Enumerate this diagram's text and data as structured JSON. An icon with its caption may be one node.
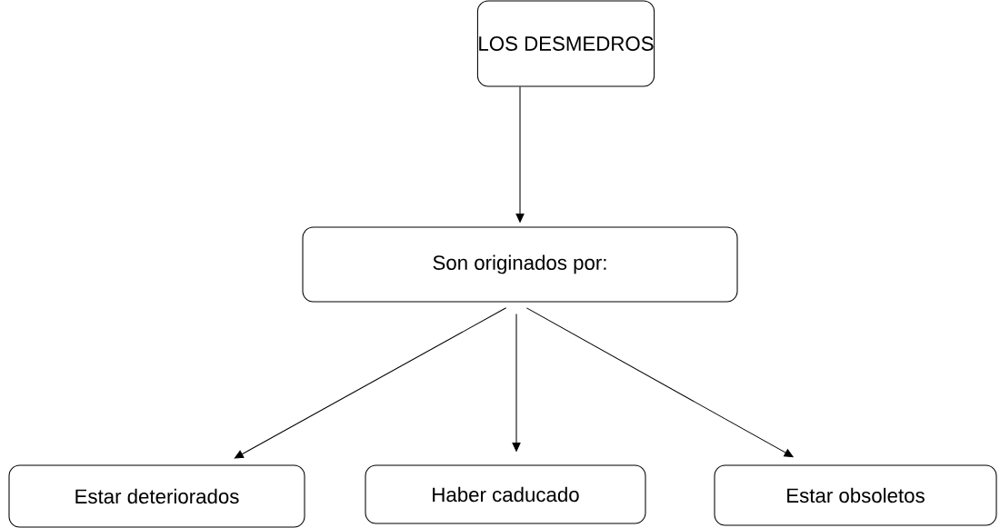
{
  "diagram": {
    "nodes": [
      {
        "text": [
          "LOS DESMEDROS"
        ]
      },
      {
        "text": [
          "Son originados por:"
        ]
      },
      {
        "text": [
          "Estar deteriorados"
        ]
      },
      {
        "text": [
          "Haber caducado"
        ]
      },
      {
        "text": [
          "Estar obsoletos"
        ]
      }
    ],
    "edges": [
      {
        "from": 0,
        "to": 1,
        "arrow": "to"
      },
      {
        "from": 1,
        "to": 2,
        "arrow": "to"
      },
      {
        "from": 1,
        "to": 3,
        "arrow": "to"
      },
      {
        "from": 1,
        "to": 4,
        "arrow": "to"
      }
    ]
  }
}
